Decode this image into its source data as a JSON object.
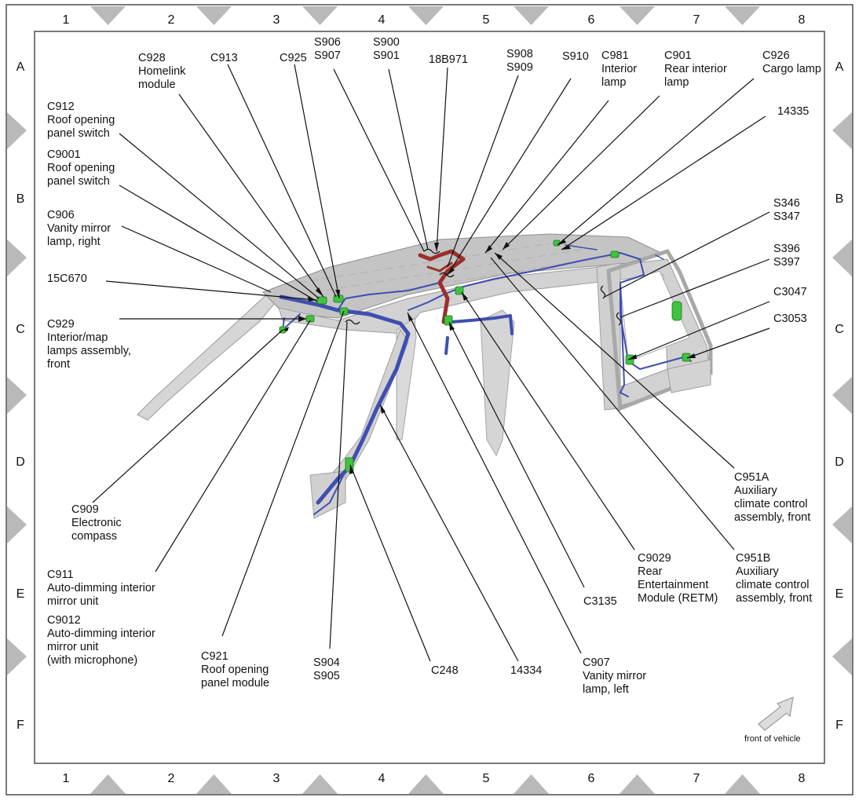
{
  "grid": {
    "columns": [
      "1",
      "2",
      "3",
      "4",
      "5",
      "6",
      "7",
      "8"
    ],
    "rows": [
      "A",
      "B",
      "C",
      "D",
      "E",
      "F"
    ]
  },
  "labels": {
    "c928": "C928\nHomelink\nmodule",
    "c913": "C913",
    "c925": "C925",
    "s906_s907": "S906\nS907",
    "s900_s901": "S900\nS901",
    "b18b971": "18B971",
    "s908_s909": "S908\nS909",
    "s910": "S910",
    "c981": "C981\nInterior\nlamp",
    "c901": "C901\nRear interior\nlamp",
    "c926": "C926\nCargo lamp",
    "c912": "C912\nRoof opening\npanel switch",
    "c9001": "C9001\nRoof opening\npanel switch",
    "c906": "C906\nVanity mirror\nlamp, right",
    "p15c670": "15C670",
    "c929": "C929\nInterior/map\nlamps assembly,\nfront",
    "p14335": "14335",
    "s346_s347": "S346\nS347",
    "s396_s397": "S396\nS397",
    "c3047": "C3047",
    "c3053": "C3053",
    "c951a": "C951A\nAuxiliary\nclimate control\nassembly, front",
    "c951b": "C951B\nAuxiliary\nclimate control\nassembly, front",
    "c9029": "C9029\nRear\nEntertainment\nModule (RETM)",
    "c3135": "C3135",
    "c909": "C909\nElectronic\ncompass",
    "c911": "C911\nAuto-dimming interior\nmirror unit",
    "c9012": "C9012\nAuto-dimming interior\nmirror unit\n(with microphone)",
    "c921": "C921\nRoof opening\npanel module",
    "s904_s905": "S904\nS905",
    "c248": "C248",
    "p14334": "14334",
    "c907": "C907\nVanity mirror\nlamp, left",
    "front_of_vehicle": "front of vehicle"
  },
  "colors": {
    "harness_blue": "#3f4fb0",
    "harness_red": "#9c2e2a",
    "connector_green": "#3fc43f",
    "body_gray": "#c9c9c9",
    "triangle_gray": "#b9b9b9"
  }
}
